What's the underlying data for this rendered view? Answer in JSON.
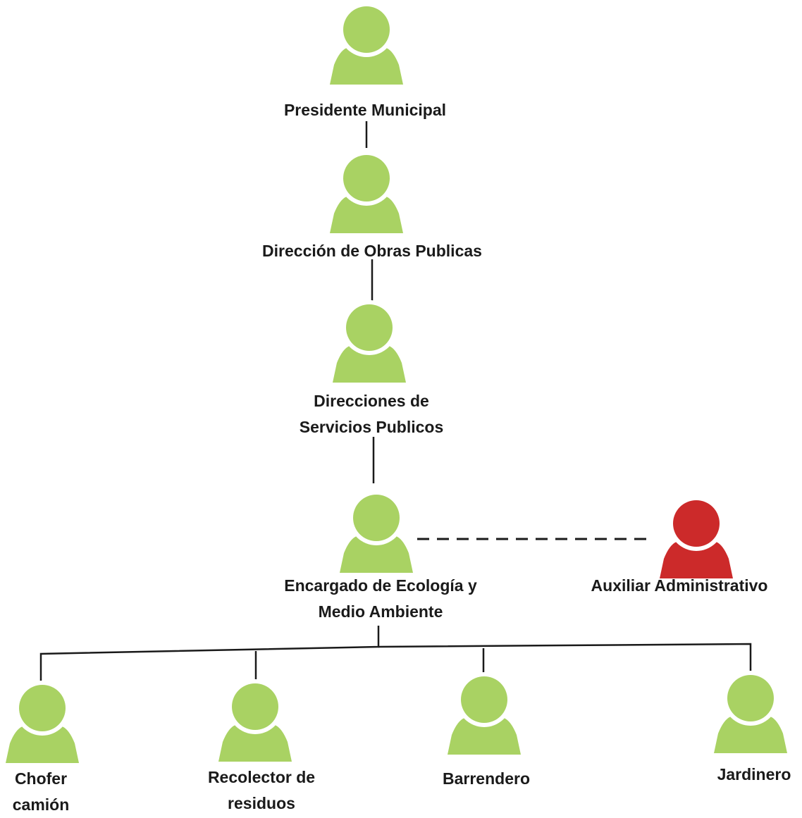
{
  "colors": {
    "person_default": "#a9d263",
    "person_highlight": "#cc2a2a",
    "line": "#1a1a1a",
    "text": "#1a1a1a"
  },
  "nodes": [
    {
      "id": "presidente",
      "icon": "person-icon",
      "color": "person_default",
      "label_lines": [
        "Presidente Municipal"
      ]
    },
    {
      "id": "obras",
      "icon": "person-icon",
      "color": "person_default",
      "label_lines": [
        "Dirección de Obras Publicas"
      ]
    },
    {
      "id": "servicios",
      "icon": "person-icon",
      "color": "person_default",
      "label_lines": [
        "Direcciones de",
        "Servicios Publicos"
      ]
    },
    {
      "id": "ecologia",
      "icon": "person-icon",
      "color": "person_default",
      "label_lines": [
        "Encargado de Ecología y",
        "Medio Ambiente"
      ]
    },
    {
      "id": "auxiliar",
      "icon": "person-icon",
      "color": "person_highlight",
      "label_lines": [
        "Auxiliar Administrativo"
      ]
    },
    {
      "id": "chofer",
      "icon": "person-icon",
      "color": "person_default",
      "label_lines": [
        "Chofer",
        "camión"
      ]
    },
    {
      "id": "recolector",
      "icon": "person-icon",
      "color": "person_default",
      "label_lines": [
        "Recolector de",
        "residuos"
      ]
    },
    {
      "id": "barrendero",
      "icon": "person-icon",
      "color": "person_default",
      "label_lines": [
        "Barrendero"
      ]
    },
    {
      "id": "jardinero",
      "icon": "person-icon",
      "color": "person_default",
      "label_lines": [
        "Jardinero"
      ]
    }
  ],
  "edges": [
    {
      "from": "presidente",
      "to": "obras",
      "style": "solid"
    },
    {
      "from": "obras",
      "to": "servicios",
      "style": "solid"
    },
    {
      "from": "servicios",
      "to": "ecologia",
      "style": "solid"
    },
    {
      "from": "ecologia",
      "to": "auxiliar",
      "style": "dashed"
    },
    {
      "from": "ecologia",
      "to": "chofer",
      "style": "solid"
    },
    {
      "from": "ecologia",
      "to": "recolector",
      "style": "solid"
    },
    {
      "from": "ecologia",
      "to": "barrendero",
      "style": "solid"
    },
    {
      "from": "ecologia",
      "to": "jardinero",
      "style": "solid"
    }
  ]
}
